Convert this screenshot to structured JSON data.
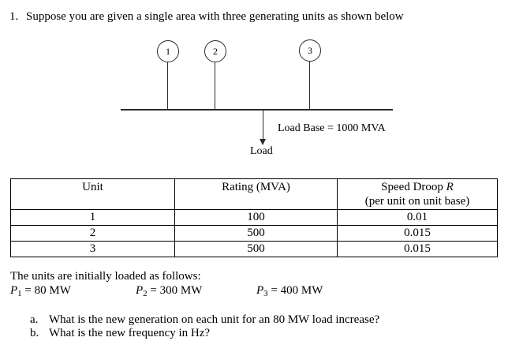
{
  "title": {
    "number": "1.",
    "text": "Suppose you are given a single area with three generating units as shown below"
  },
  "diagram": {
    "units": [
      {
        "label": "1"
      },
      {
        "label": "2"
      },
      {
        "label": "3"
      }
    ],
    "load_base_label": "Load Base = 1000 MVA",
    "load_label": "Load"
  },
  "table": {
    "headers": {
      "unit": "Unit",
      "rating": "Rating (MVA)",
      "droop_main": "Speed Droop ",
      "droop_var": "R",
      "droop_sub": "(per unit on unit base)"
    },
    "rows": [
      [
        "1",
        "100",
        "0.01"
      ],
      [
        "2",
        "500",
        "0.015"
      ],
      [
        "3",
        "500",
        "0.015"
      ]
    ]
  },
  "loading": {
    "intro": "The units are initially loaded as follows:",
    "values": [
      {
        "var": "P",
        "sub": "1",
        "rest": " = 80 MW"
      },
      {
        "var": "P",
        "sub": "2",
        "rest": " = 300 MW"
      },
      {
        "var": "P",
        "sub": "3",
        "rest": " = 400 MW"
      }
    ]
  },
  "questions": [
    {
      "letter": "a.",
      "text": "What is the new generation on each unit for an 80 MW load increase?"
    },
    {
      "letter": "b.",
      "text": "What is the new frequency in Hz?"
    }
  ]
}
